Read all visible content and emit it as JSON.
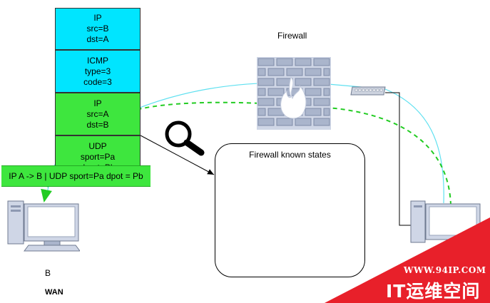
{
  "stack": [
    {
      "lines": [
        "IP",
        "src=B",
        "dst=A"
      ],
      "color": "#00e5ff"
    },
    {
      "lines": [
        "ICMP",
        "type=3",
        "code=3"
      ],
      "color": "#00e5ff"
    },
    {
      "lines": [
        "IP",
        "src=A",
        "dst=B"
      ],
      "color": "#3ee63e"
    },
    {
      "lines": [
        "UDP",
        "sport=Pa",
        "dport=Pb"
      ],
      "color": "#3ee63e"
    }
  ],
  "firewall": {
    "label": "Firewall"
  },
  "states": {
    "title": "Firewall known states",
    "entry": "IP A -> B | UDP sport=Pa dpot = Pb"
  },
  "host_b": {
    "label": "B",
    "zone": "WAN"
  },
  "watermark": {
    "url": "WWW.94IP.COM",
    "name": "IT运维空间"
  },
  "colors": {
    "cyan": "#00e5ff",
    "green": "#3ee63e",
    "line_cyan": "#5ee0f0",
    "line_green": "#22cc22",
    "watermark_red": "#e8202a"
  },
  "icons": [
    "magnifier-icon",
    "firewall-icon",
    "switch-icon",
    "computer-icon"
  ]
}
